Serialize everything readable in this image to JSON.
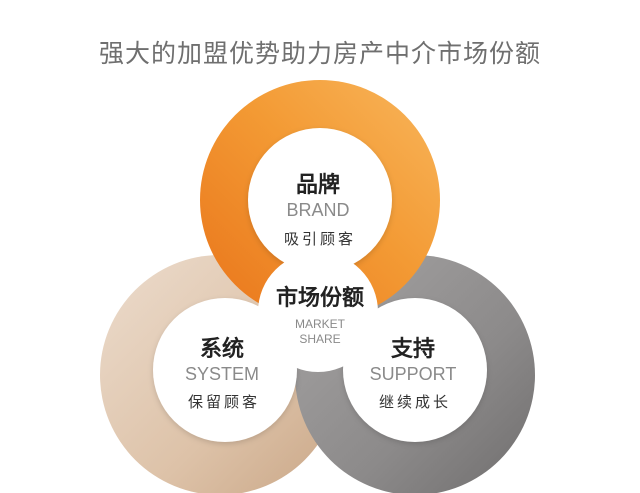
{
  "title": "强大的加盟优势助力房产中介市场份额",
  "center": {
    "title": "市场份额",
    "en_line1": "MARKET",
    "en_line2": "SHARE"
  },
  "brand": {
    "title": "品牌",
    "en": "BRAND",
    "sub": "吸引顾客",
    "color": "#ef8a24"
  },
  "system": {
    "title": "系统",
    "en": "SYSTEM",
    "sub": "保留顾客",
    "color": "#dcc1a8"
  },
  "support": {
    "title": "支持",
    "en": "SUPPORT",
    "sub": "继续成长",
    "color": "#8c8a8a"
  }
}
